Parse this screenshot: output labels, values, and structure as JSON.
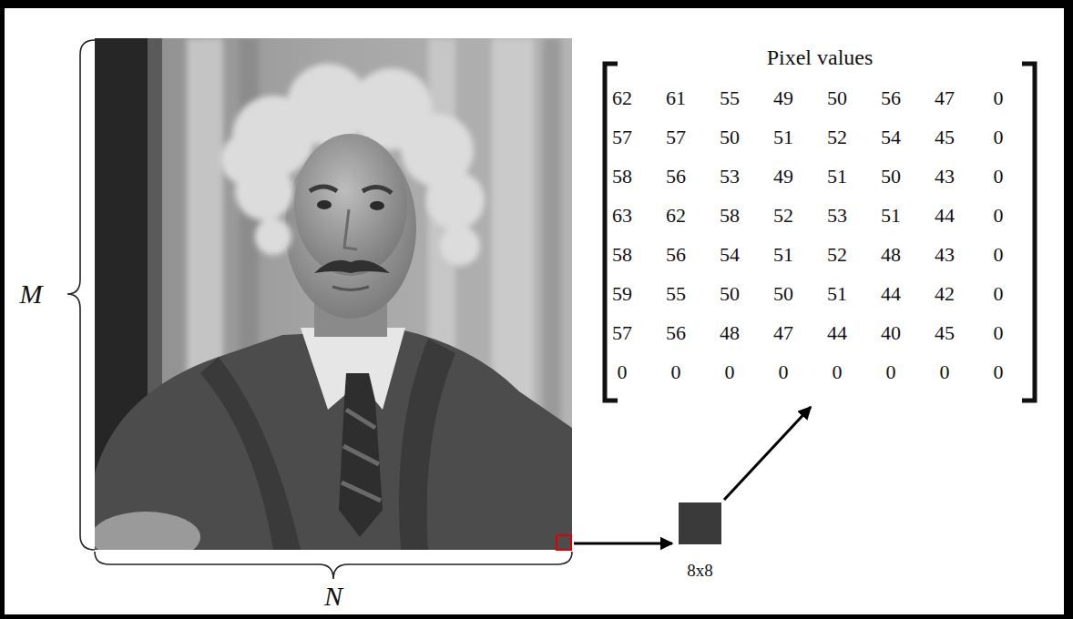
{
  "diagram": {
    "nodes": [
      {
        "text": [
          "Pixel values",
          "62",
          "61",
          "55",
          "49",
          "50",
          "56",
          "47",
          "0",
          "57",
          "57",
          "50",
          "51",
          "52",
          "54",
          "45",
          "0",
          "58",
          "56",
          "53",
          "49",
          "51",
          "50",
          "43",
          "0",
          "63",
          "62",
          "58",
          "52",
          "53",
          "51",
          "44",
          "0",
          "58",
          "56",
          "54",
          "51",
          "52",
          "48",
          "43",
          "0",
          "59",
          "55",
          "50",
          "50",
          "51",
          "44",
          "42",
          "0",
          "57",
          "56",
          "48",
          "47",
          "44",
          "40",
          "45",
          "0",
          "0",
          "0",
          "0",
          "0",
          "0",
          "0",
          "0",
          "0"
        ]
      },
      {
        "text": [
          "8x8"
        ]
      }
    ],
    "edges": [
      {
        "from": 1,
        "to": 0,
        "arrow": "to"
      }
    ],
    "labels": [
      "M",
      "N"
    ]
  }
}
